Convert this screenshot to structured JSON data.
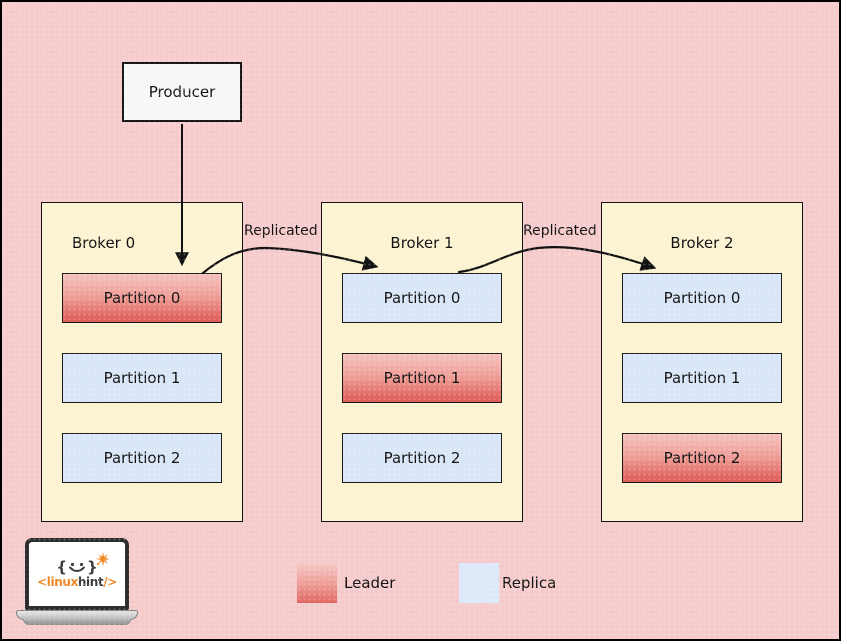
{
  "diagram": {
    "producer": {
      "label": "Producer"
    },
    "flow_labels": {
      "left": "Replicated",
      "right": "Replicated"
    },
    "brokers": [
      {
        "label": "Broker 0",
        "partitions": [
          {
            "label": "Partition 0",
            "role": "leader"
          },
          {
            "label": "Partition 1",
            "role": "replica"
          },
          {
            "label": "Partition 2",
            "role": "replica"
          }
        ]
      },
      {
        "label": "Broker 1",
        "partitions": [
          {
            "label": "Partition 0",
            "role": "replica"
          },
          {
            "label": "Partition 1",
            "role": "leader"
          },
          {
            "label": "Partition 2",
            "role": "replica"
          }
        ]
      },
      {
        "label": "Broker 2",
        "partitions": [
          {
            "label": "Partition 0",
            "role": "replica"
          },
          {
            "label": "Partition 1",
            "role": "replica"
          },
          {
            "label": "Partition 2",
            "role": "leader"
          }
        ]
      }
    ],
    "legend": {
      "leader_label": "Leader",
      "replica_label": "Replica"
    },
    "logo": {
      "brace_left": "{",
      "brace_right": "}",
      "open_tag": "<",
      "brand_orange": "linux",
      "brand_dark": "hint",
      "close_tag": "/>"
    },
    "colors": {
      "background": "#f6cbcb",
      "broker_fill": "#fcf3d2",
      "replica_fill": "#d9e6f8",
      "leader_gradient_top": "#f5c3be",
      "leader_gradient_bottom": "#de5a55",
      "accent_orange": "#ef861f"
    }
  }
}
